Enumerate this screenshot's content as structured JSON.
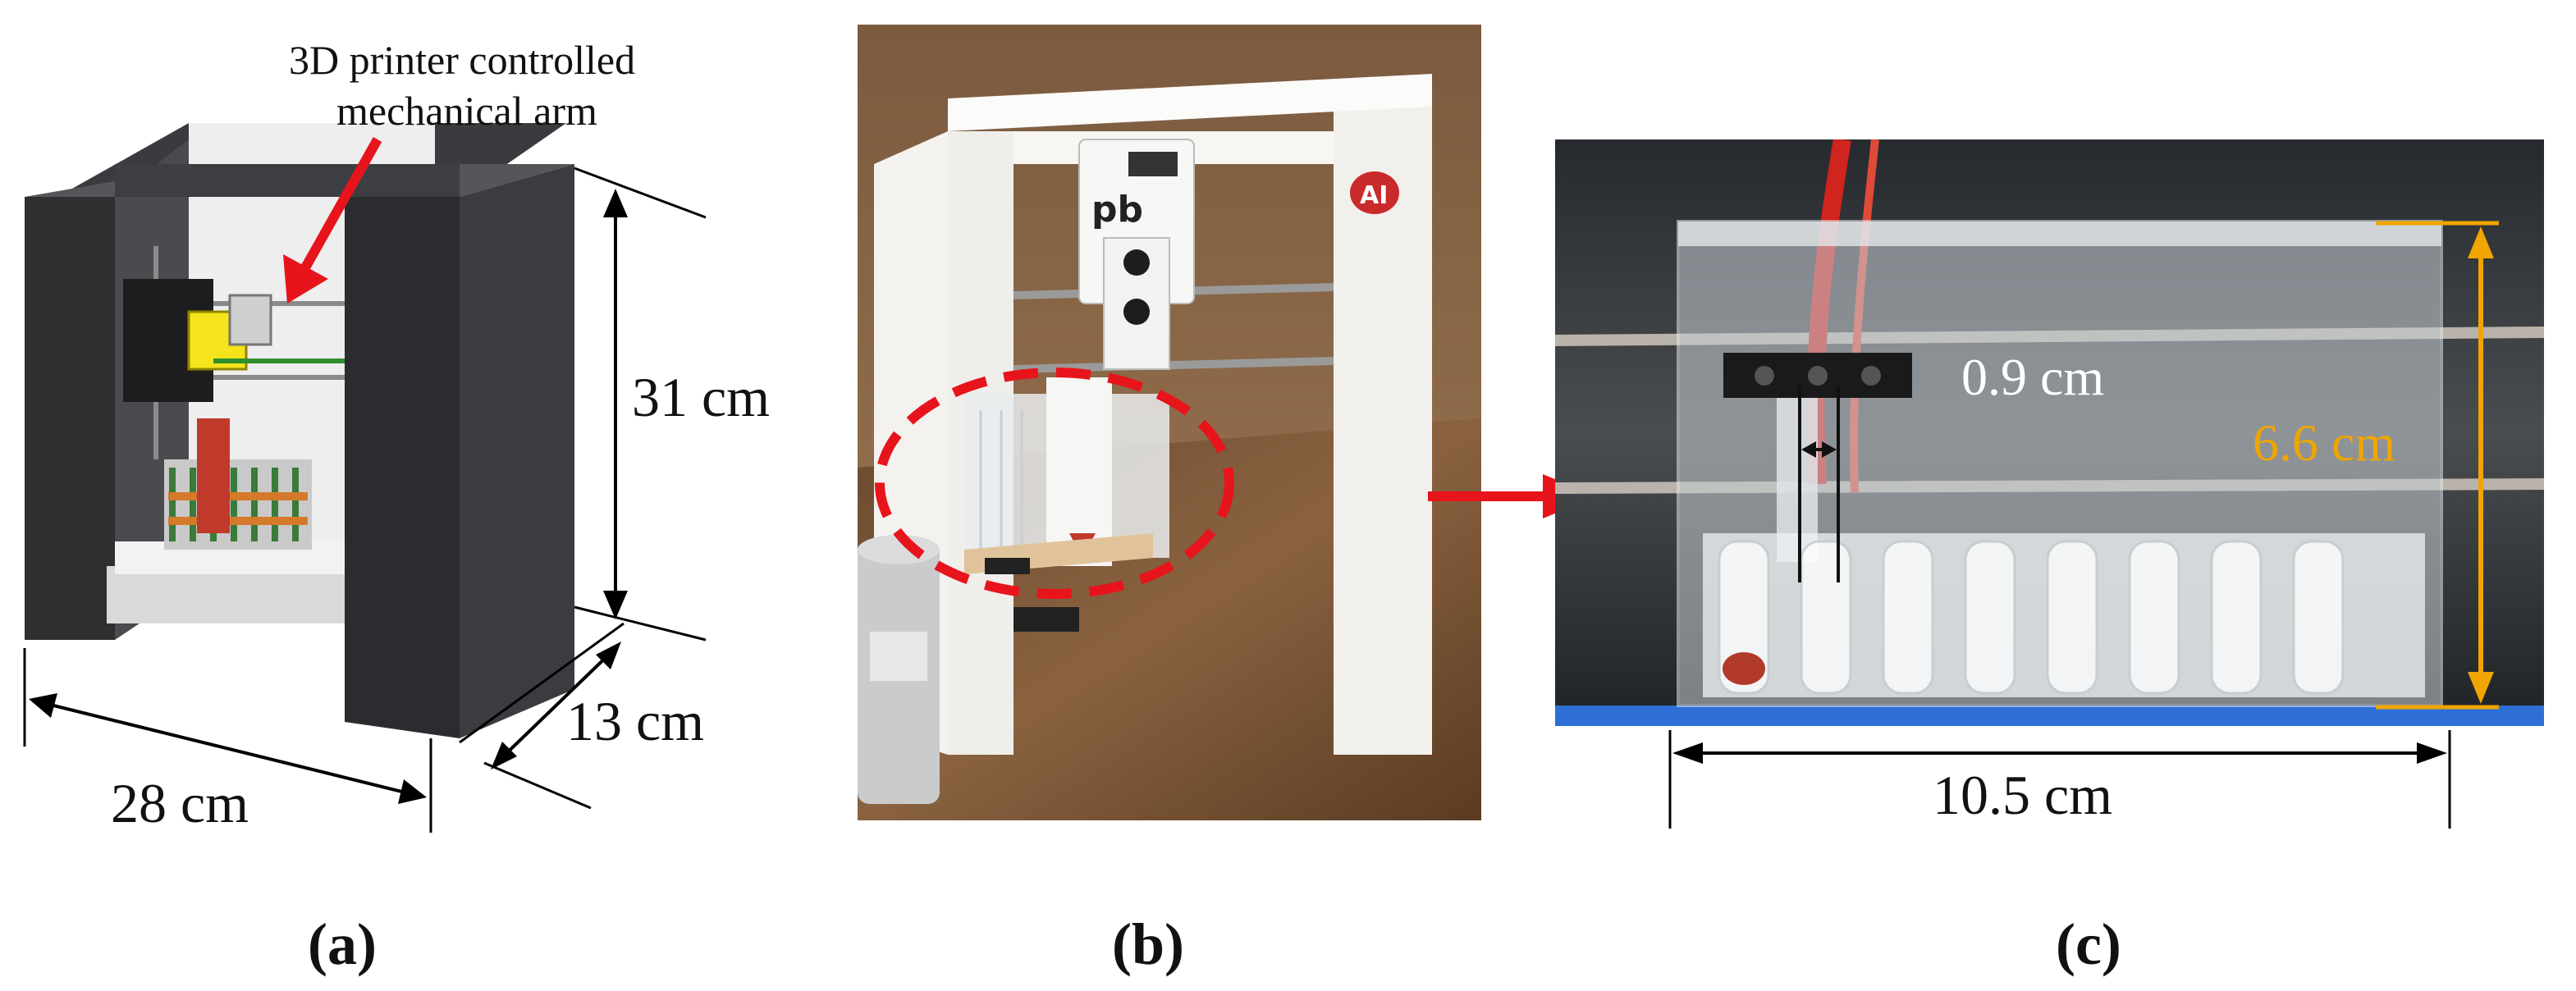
{
  "panel_a": {
    "annotation_line1": "3D printer controlled",
    "annotation_line2": "mechanical arm",
    "height": "31 cm",
    "width": "28 cm",
    "depth": "13 cm",
    "caption": "(a)"
  },
  "panel_b": {
    "caption": "(b)",
    "logo_text": "AI"
  },
  "panel_c": {
    "spacing": "0.9 cm",
    "height": "6.6 cm",
    "width": "10.5 cm",
    "caption": "(c)"
  },
  "colors": {
    "arrow": "#e8141b",
    "dimension_highlight": "#f0a500",
    "dashed_circle": "#e8141b"
  }
}
